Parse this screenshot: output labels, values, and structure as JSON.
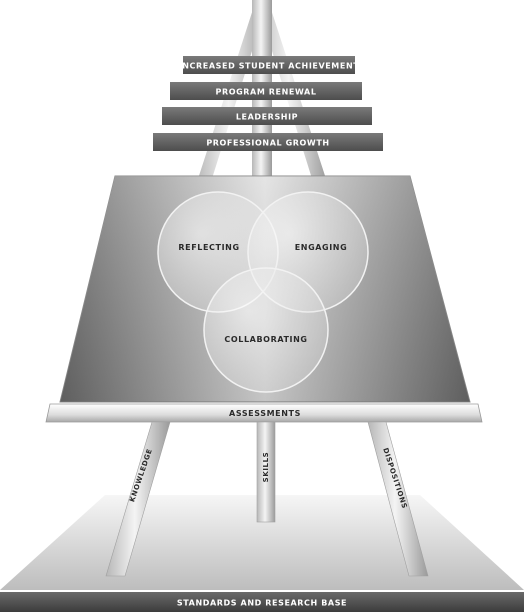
{
  "banners": [
    {
      "label": "INCREASED STUDENT ACHIEVEMENT"
    },
    {
      "label": "PROGRAM RENEWAL"
    },
    {
      "label": "LEADERSHIP"
    },
    {
      "label": "PROFESSIONAL GROWTH"
    }
  ],
  "circles": {
    "reflecting": "REFLECTING",
    "engaging": "ENGAGING",
    "collaborating": "COLLABORATING"
  },
  "ledge": {
    "label": "ASSESSMENTS"
  },
  "legs": {
    "left": "KNOWLEDGE",
    "center": "SKILLS",
    "right": "DISPOSITIONS"
  },
  "base": {
    "label": "STANDARDS AND RESEARCH BASE"
  },
  "colors": {
    "banner_fill": "#5f5f5f",
    "board_dark": "#6e6e6e",
    "board_light": "#d9d9d9",
    "leg_fill": "#e3e3e3",
    "base_top": "#f0f0f0",
    "base_bottom": "#b9b9b9"
  }
}
